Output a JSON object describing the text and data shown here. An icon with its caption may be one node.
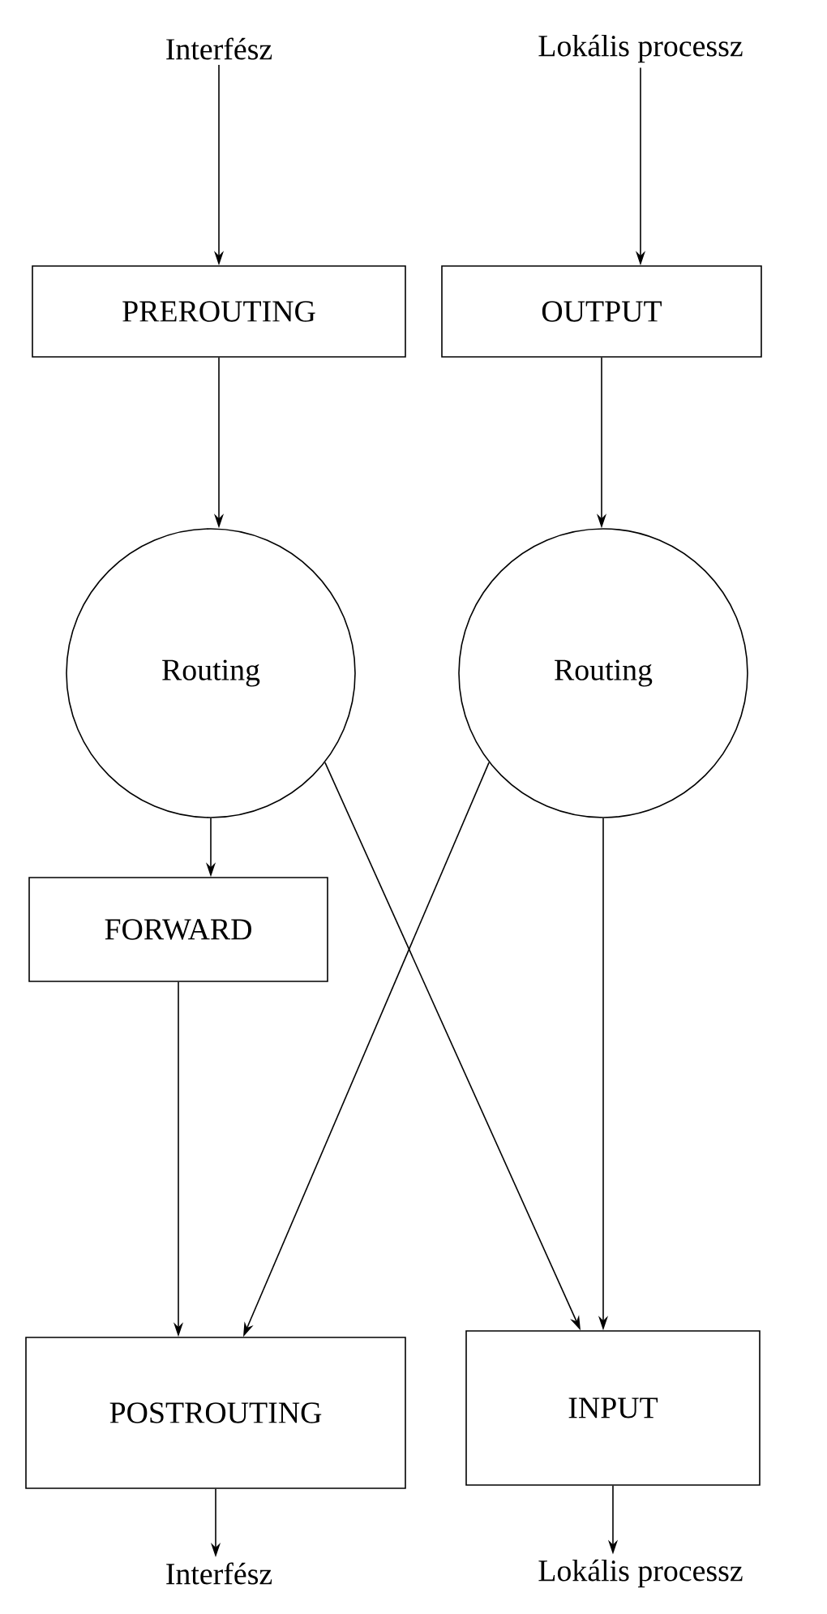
{
  "diagram": {
    "nodes": [
      {
        "text": [
          "Interfész"
        ]
      },
      {
        "text": [
          "Lokális processz"
        ]
      },
      {
        "text": [
          "PREROUTING"
        ]
      },
      {
        "text": [
          "OUTPUT"
        ]
      },
      {
        "text": [
          "Routing"
        ]
      },
      {
        "text": [
          "Routing"
        ]
      },
      {
        "text": [
          "FORWARD"
        ]
      },
      {
        "text": [
          "POSTROUTING"
        ]
      },
      {
        "text": [
          "INPUT"
        ]
      },
      {
        "text": [
          "Interfész"
        ]
      },
      {
        "text": [
          "Lokális processz"
        ]
      }
    ],
    "edges": [
      {
        "from": 0,
        "to": 2,
        "arrow": "to"
      },
      {
        "from": 1,
        "to": 3,
        "arrow": "to"
      },
      {
        "from": 2,
        "to": 4,
        "arrow": "to"
      },
      {
        "from": 3,
        "to": 5,
        "arrow": "to"
      },
      {
        "from": 4,
        "to": 6,
        "arrow": "to"
      },
      {
        "from": 4,
        "to": 8,
        "arrow": "to"
      },
      {
        "from": 5,
        "to": 7,
        "arrow": "to"
      },
      {
        "from": 6,
        "to": 7,
        "arrow": "to"
      },
      {
        "from": 5,
        "to": 8,
        "arrow": "to"
      },
      {
        "from": 7,
        "to": 9,
        "arrow": "to"
      },
      {
        "from": 8,
        "to": 10,
        "arrow": "to"
      }
    ]
  }
}
